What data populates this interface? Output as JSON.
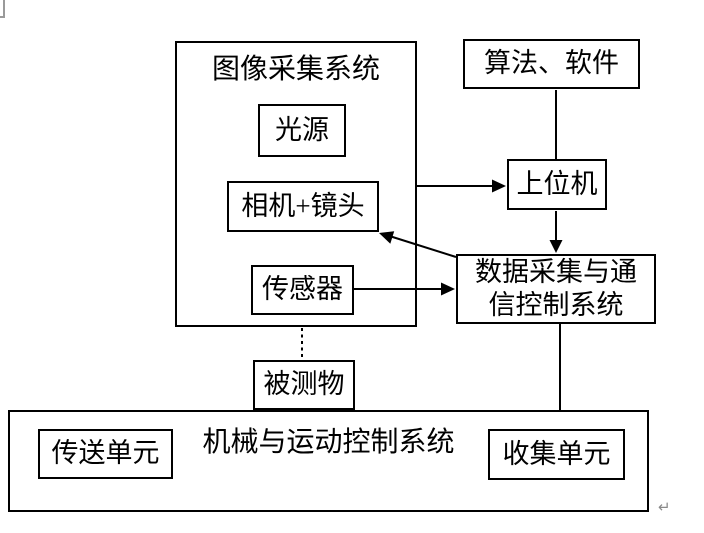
{
  "diagram": {
    "nodes": {
      "image_acquisition_system": {
        "label": "图像采集系统"
      },
      "light_source": {
        "label": "光源"
      },
      "camera_lens": {
        "label": "相机+镜头"
      },
      "sensor": {
        "label": "传感器"
      },
      "algorithm_software": {
        "label": "算法、软件"
      },
      "host_computer": {
        "label": "上位机"
      },
      "data_comm_system": {
        "label_line1": "数据采集与通",
        "label_line2": "信控制系统"
      },
      "measured_object": {
        "label": "被测物"
      },
      "mechanical_motion_system": {
        "label": "机械与运动控制系统"
      },
      "transfer_unit": {
        "label": "传送单元"
      },
      "collection_unit": {
        "label": "收集单元"
      }
    },
    "edges": [
      {
        "from": "算法、软件",
        "to": "上位机",
        "style": "line"
      },
      {
        "from": "图像采集系统",
        "to": "上位机",
        "style": "arrow"
      },
      {
        "from": "上位机",
        "to": "数据采集与通信控制系统",
        "style": "arrow"
      },
      {
        "from": "数据采集与通信控制系统",
        "to": "相机+镜头",
        "style": "arrow"
      },
      {
        "from": "传感器",
        "to": "数据采集与通信控制系统",
        "style": "arrow"
      },
      {
        "from": "传感器",
        "to": "被测物",
        "style": "dotted-line"
      },
      {
        "from": "数据采集与通信控制系统",
        "to": "机械与运动控制系统",
        "style": "line"
      }
    ],
    "marks": {
      "paragraph_mark": "↵"
    },
    "colors": {
      "line": "#000000",
      "background": "#ffffff",
      "anchor_gray": "#9a9a9a",
      "mark_gray": "#8a8a8a"
    }
  }
}
